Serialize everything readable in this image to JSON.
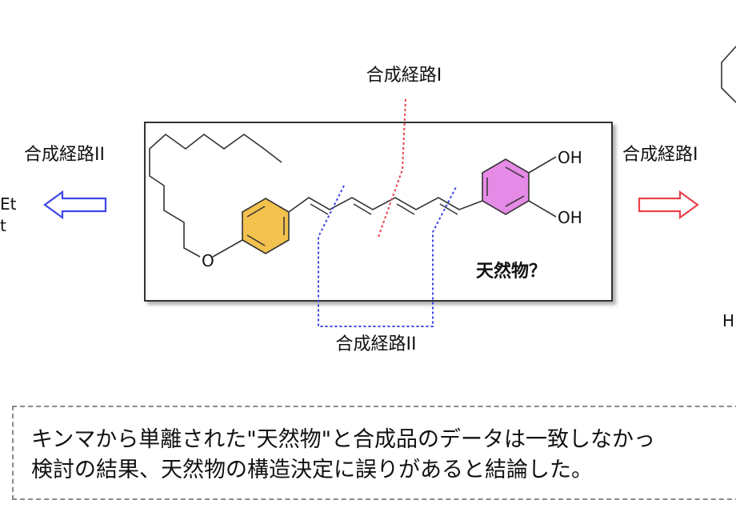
{
  "route_labels": {
    "route1_top": "合成経路I",
    "route2_left": "合成経路II",
    "route1_right": "合成経路I",
    "route2_bottom": "合成経路II"
  },
  "compound_label": "天然物？",
  "atom_labels": {
    "oh_top": "OH",
    "oh_bottom": "OH",
    "ether_o": "O"
  },
  "edge_fragments": {
    "left_et": "Et",
    "left_t": "t",
    "right_h": "H"
  },
  "caption": {
    "line1": "キンマから単離された\"天然物\"と合成品のデータは一致しなかっ",
    "line2": "検討の結果、天然物の構造決定に誤りがあると結論した。"
  },
  "colors": {
    "left_ring_fill": "#f2c14e",
    "right_ring_fill": "#e58ae6",
    "route1_color": "#e8424a",
    "route2_color": "#3d46e6",
    "left_arrow": "#3d46e6",
    "right_arrow": "#e8424a"
  }
}
